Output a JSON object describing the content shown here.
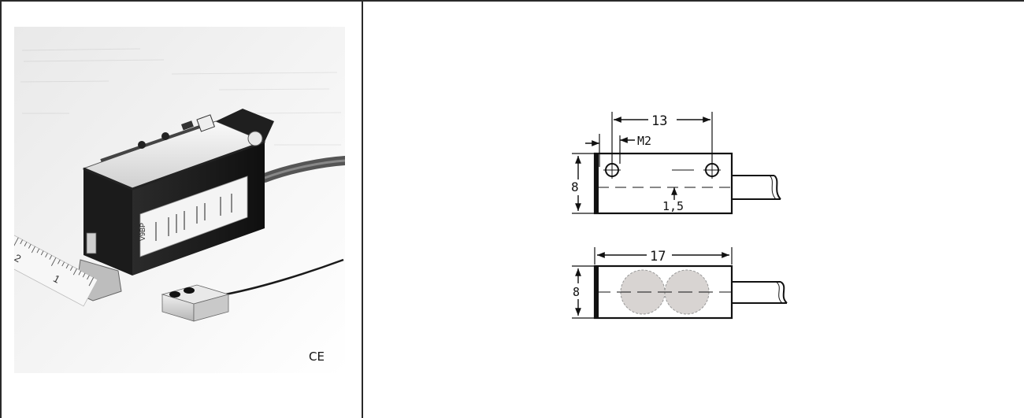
{
  "photo": {
    "ce_mark": "CE",
    "sensor_body_label": "V9BP",
    "ruler_marks": [
      "1",
      "2"
    ]
  },
  "drawing": {
    "top_view": {
      "dim_hole_spacing": "13",
      "dim_thread": "M2",
      "dim_height": "8",
      "dim_offset": "1,5"
    },
    "front_view": {
      "dim_length": "17",
      "dim_height": "8"
    }
  },
  "colors": {
    "line": "#111111",
    "lens_fill": "#d8d4d2",
    "photo_bg": "#f2f2f2"
  }
}
